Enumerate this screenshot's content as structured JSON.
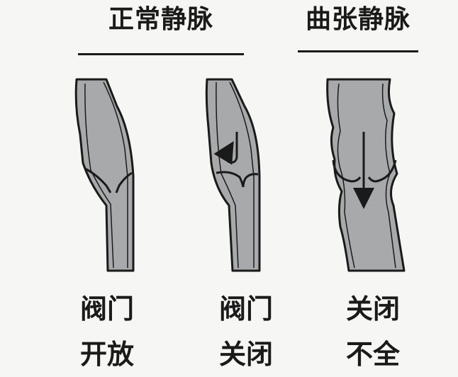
{
  "headers": {
    "normal_vein": "正常静脉",
    "varicose_vein": "曲张静脉"
  },
  "captions": [
    {
      "line1": "阀门",
      "line2": "开放"
    },
    {
      "line1": "阀门",
      "line2": "关闭"
    },
    {
      "line1": "关闭",
      "line2": "不全"
    }
  ],
  "colors": {
    "background": "#f6f6f4",
    "vein_fill": "#a8a9aa",
    "outline": "#1a1a1a"
  },
  "icons": [
    "curved-arrow-icon",
    "down-arrow-icon"
  ]
}
